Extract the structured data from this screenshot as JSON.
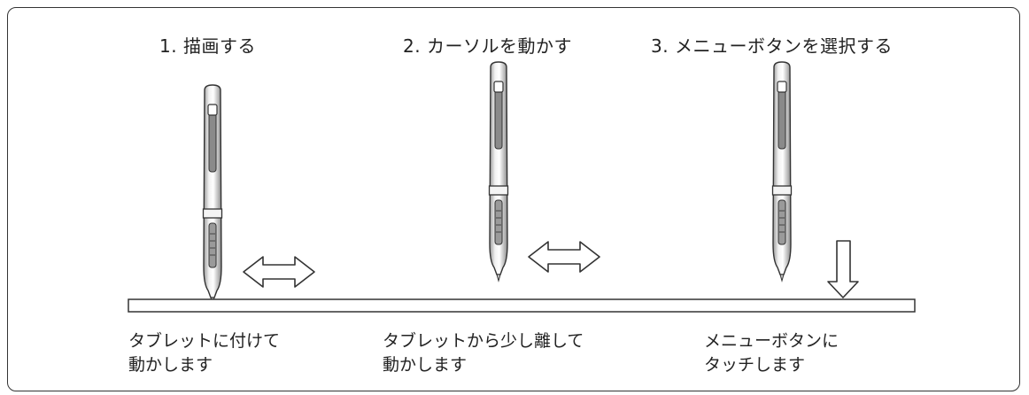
{
  "steps": [
    {
      "heading": "1. 描画する",
      "caption_lines": [
        "タブレットに付けて",
        "動かします"
      ],
      "arrow": "horizontal-double-arrow"
    },
    {
      "heading": "2. カーソルを動かす",
      "caption_lines": [
        "タブレットから少し離して",
        "動かします"
      ],
      "arrow": "horizontal-double-arrow"
    },
    {
      "heading": "3. メニューボタンを選択する",
      "caption_lines": [
        "メニューボタンに",
        "タッチします"
      ],
      "arrow": "down-arrow"
    }
  ]
}
